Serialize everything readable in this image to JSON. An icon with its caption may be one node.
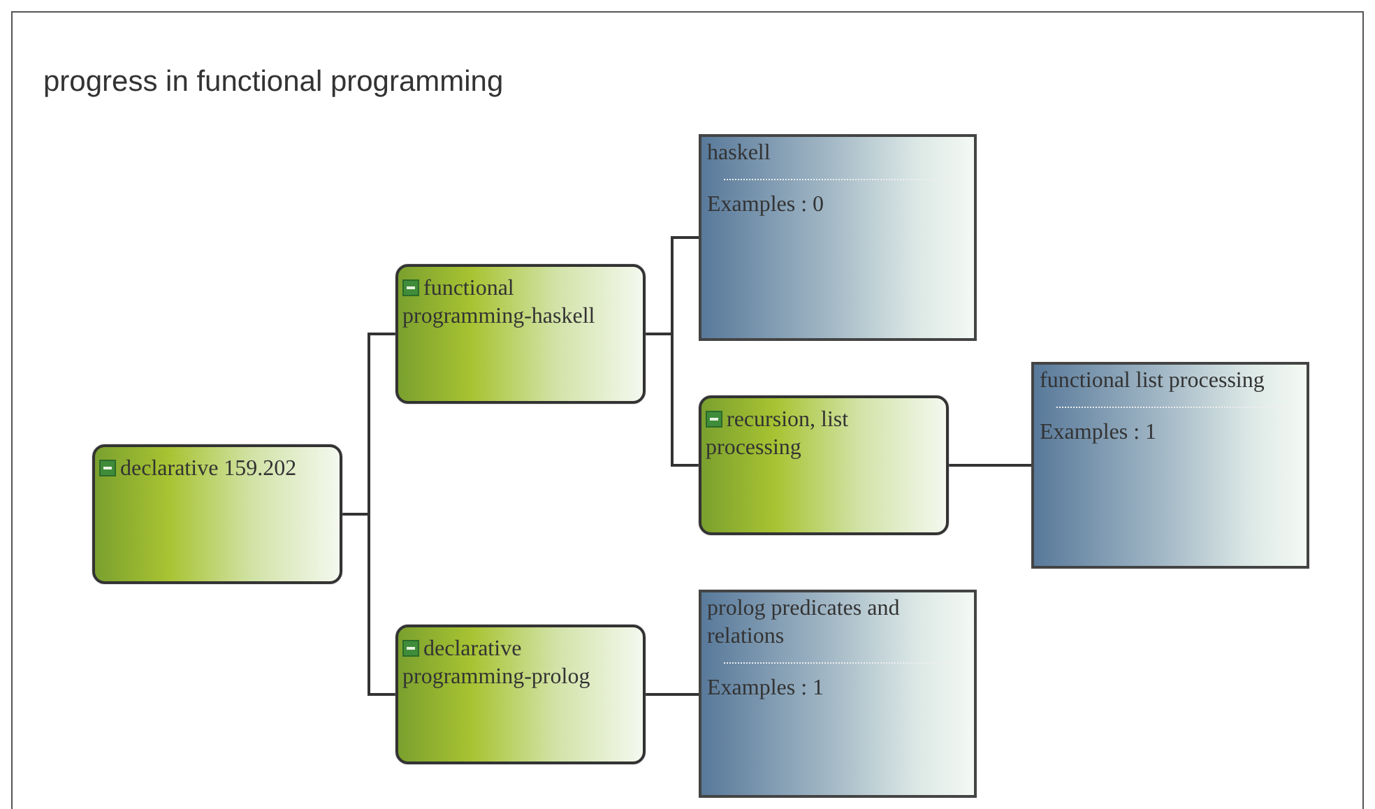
{
  "diagram": {
    "title": "progress in functional programming",
    "nodes": [
      {
        "text": [
          "declarative 159.202"
        ]
      },
      {
        "text": [
          "functional programming-haskell"
        ]
      },
      {
        "text": [
          "declarative programming-prolog"
        ]
      },
      {
        "text": [
          "haskell",
          "Examples : 0"
        ]
      },
      {
        "text": [
          "recursion, list processing"
        ]
      },
      {
        "text": [
          "functional list processing",
          "Examples : 1"
        ]
      },
      {
        "text": [
          "prolog predicates and relations",
          "Examples : 1"
        ]
      }
    ],
    "edges": [
      {
        "from": 0,
        "to": 1,
        "arrow": "none"
      },
      {
        "from": 0,
        "to": 2,
        "arrow": "none"
      },
      {
        "from": 1,
        "to": 3,
        "arrow": "none"
      },
      {
        "from": 1,
        "to": 4,
        "arrow": "none"
      },
      {
        "from": 4,
        "to": 5,
        "arrow": "none"
      },
      {
        "from": 2,
        "to": 6,
        "arrow": "none"
      }
    ]
  }
}
